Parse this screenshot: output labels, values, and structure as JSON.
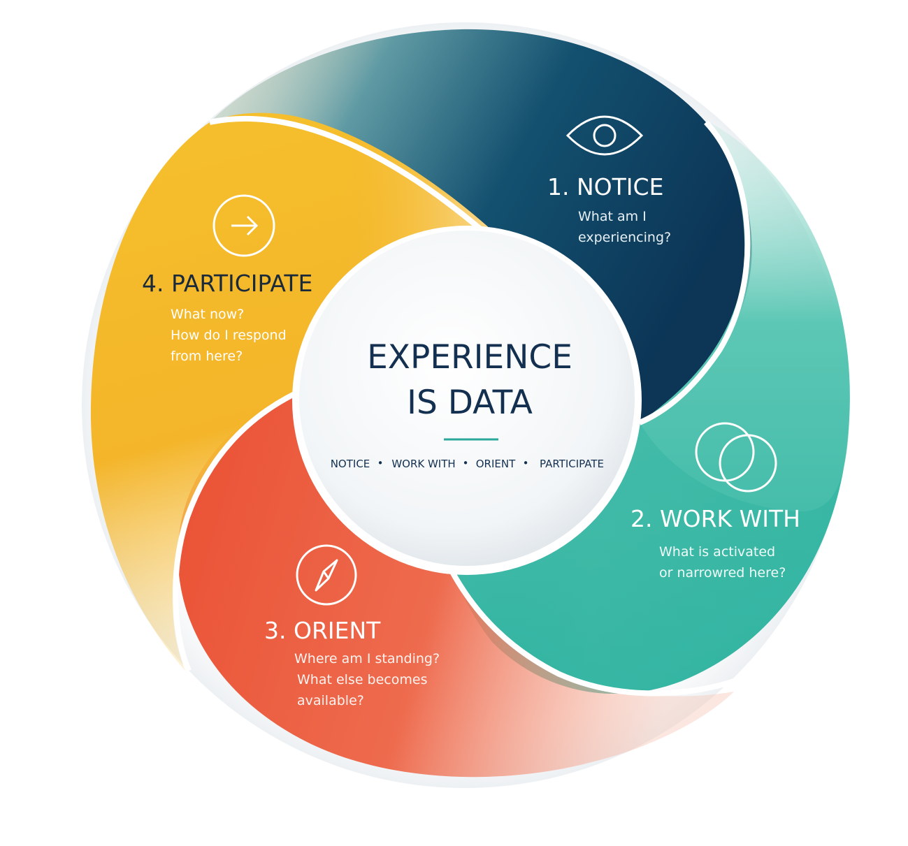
{
  "center": {
    "title_line1": "EXPERIENCE",
    "title_line2": "IS DATA",
    "steps": [
      "NOTICE",
      "WORK WITH",
      "ORIENT",
      "PARTICIPATE"
    ],
    "separator": "•"
  },
  "stages": [
    {
      "number": "1.",
      "name": "NOTICE",
      "title": "1. NOTICE",
      "icon": "eye-icon",
      "question_lines": [
        "What am I",
        "experiencing?"
      ],
      "color": "#0f3d62"
    },
    {
      "number": "2.",
      "name": "WORK WITH",
      "title": "2. WORK WITH",
      "icon": "overlapping-circles-icon",
      "question_lines": [
        "What is activated",
        "or narrowred here?"
      ],
      "color": "#2fb5a3"
    },
    {
      "number": "3.",
      "name": "ORIENT",
      "title": "3. ORIENT",
      "icon": "compass-icon",
      "question_lines": [
        "Where am I standing?",
        "What else becomes",
        "available?"
      ],
      "color": "#e8553a"
    },
    {
      "number": "4.",
      "name": "PARTICIPATE",
      "title": "4. PARTICIPATE",
      "icon": "arrow-right-circle-icon",
      "question_lines": [
        "What now?",
        "How do I respond",
        "from here?"
      ],
      "color": "#f2b526"
    }
  ],
  "colors": {
    "navy": "#0f3d62",
    "teal": "#2fb5a3",
    "coral": "#e8553a",
    "yellow": "#f2b526",
    "center_text": "#143050",
    "accent_line": "#2aa89a"
  }
}
